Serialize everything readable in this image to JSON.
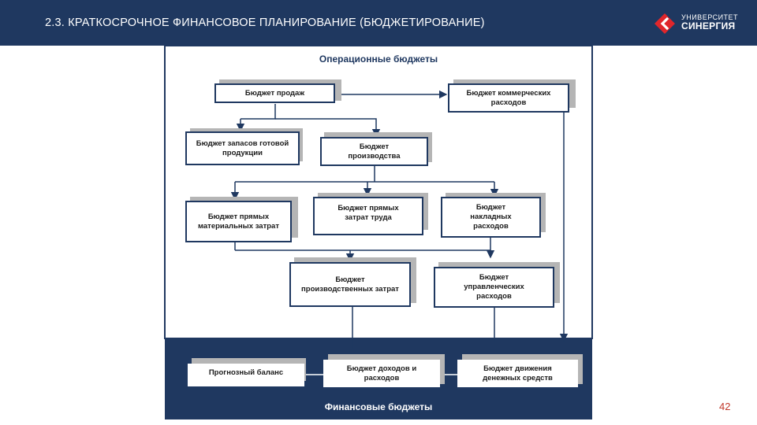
{
  "header": {
    "title": "2.3. КРАТКОСРОЧНОЕ ФИНАНСОВОЕ ПЛАНИРОВАНИЕ (БЮДЖЕТИРОВАНИЕ)",
    "logo_line1": "УНИВЕРСИТЕТ",
    "logo_line2": "СИНЕРГИЯ",
    "logo_color": "#e0262b"
  },
  "diagram": {
    "operational_title": "Операционные бюджеты",
    "financial_title": "Финансовые бюджеты",
    "boxes": {
      "sales": "Бюджет продаж",
      "commercial": "Бюджет коммерческих расходов",
      "inventory": "Бюджет запасов готовой продукции",
      "production": "Бюджет производства",
      "materials": "Бюджет прямых материальных затрат",
      "labor": "Бюджет прямых затрат труда",
      "overhead": "Бюджет накладных расходов",
      "prod_costs": "Бюджет производственных затрат",
      "admin": "Бюджет управленческих расходов",
      "balance": "Прогнозный баланс",
      "income": "Бюджет доходов и расходов",
      "cashflow": "Бюджет движения денежных средств"
    },
    "colors": {
      "dark": "#1f3860",
      "shadow": "#b5b5b5"
    }
  },
  "footer": {
    "page_number": "42"
  }
}
